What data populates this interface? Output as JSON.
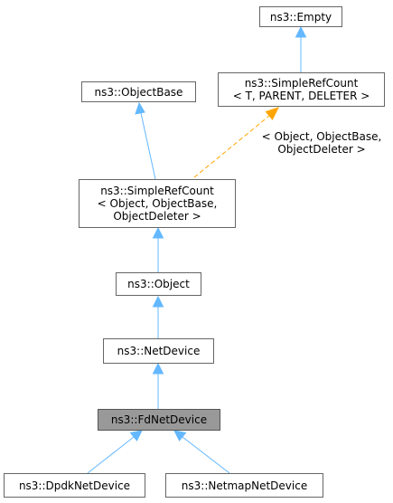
{
  "colors": {
    "inheritance_edge": "#63b8ff",
    "template_edge": "#ffa500",
    "node_border": "#666666",
    "current_node_fill": "#999999"
  },
  "nodes": {
    "empty": {
      "lines": [
        "ns3::Empty"
      ]
    },
    "simple_ref_count_template": {
      "lines": [
        "ns3::SimpleRefCount",
        "< T, PARENT, DELETER >"
      ]
    },
    "object_base": {
      "lines": [
        "ns3::ObjectBase"
      ]
    },
    "simple_ref_count_object": {
      "lines": [
        "ns3::SimpleRefCount",
        "< Object, ObjectBase,",
        "ObjectDeleter >"
      ]
    },
    "object": {
      "lines": [
        "ns3::Object"
      ]
    },
    "net_device": {
      "lines": [
        "ns3::NetDevice"
      ]
    },
    "fd_net_device": {
      "lines": [
        "ns3::FdNetDevice"
      ]
    },
    "dpdk_net_device": {
      "lines": [
        "ns3::DpdkNetDevice"
      ]
    },
    "netmap_net_device": {
      "lines": [
        "ns3::NetmapNetDevice"
      ]
    }
  },
  "edge_labels": {
    "template_args": {
      "lines": [
        "< Object, ObjectBase,",
        "ObjectDeleter >"
      ]
    }
  }
}
